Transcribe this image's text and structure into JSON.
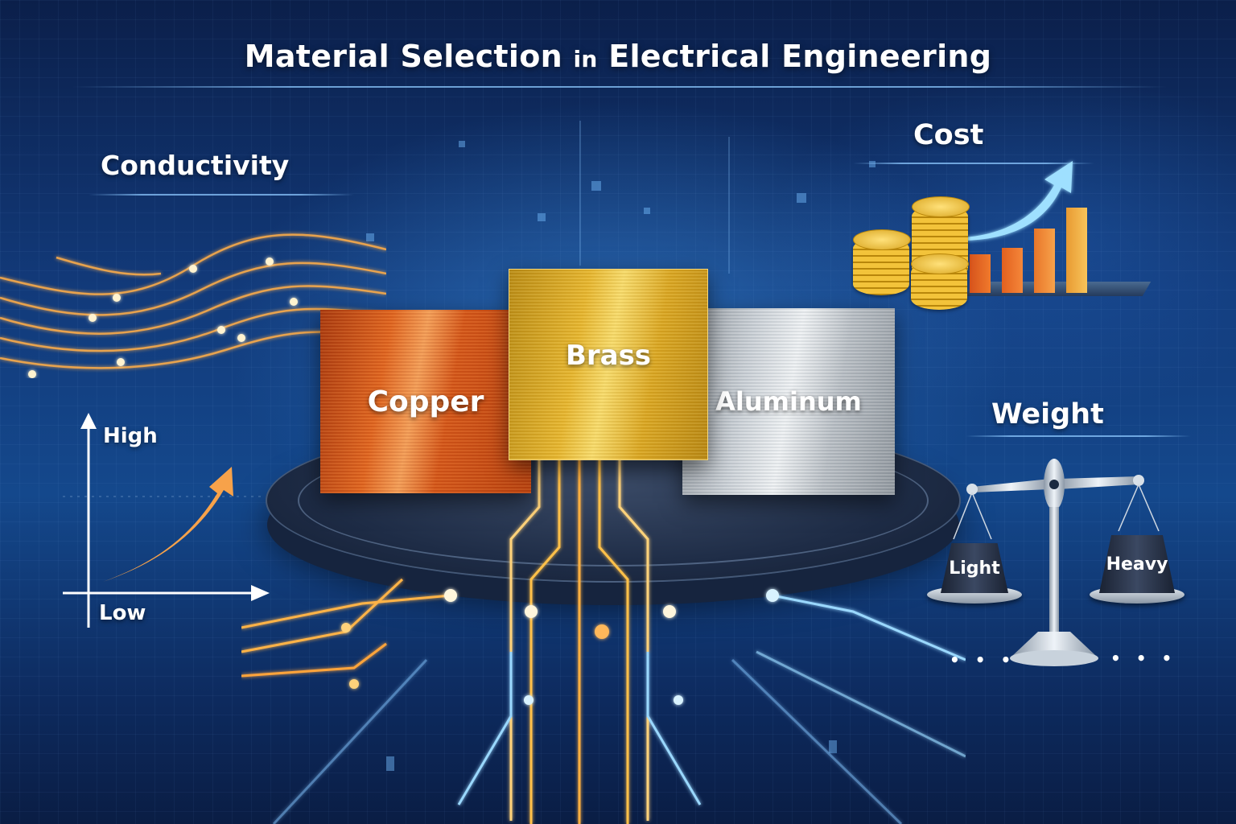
{
  "title": {
    "part1": "Material Selection",
    "part2": "in",
    "part3": "Electrical Engineering"
  },
  "conductivity": {
    "label": "Conductivity",
    "axis_high": "High",
    "axis_low": "Low",
    "trend": "increasing"
  },
  "materials": [
    {
      "name": "Copper",
      "color": "#d9581a"
    },
    {
      "name": "Brass",
      "color": "#e3b02c"
    },
    {
      "name": "Aluminum",
      "color": "#c4cad0"
    }
  ],
  "cost": {
    "label": "Cost",
    "trend": "increasing",
    "bar_colors": [
      "#e8662a",
      "#f07a2c",
      "#f39a3a",
      "#f2b543"
    ]
  },
  "weight": {
    "label": "Weight",
    "left_pan": "Light",
    "right_pan": "Heavy",
    "ellipsis_left": "• • •",
    "ellipsis_right": "• • •"
  },
  "colors": {
    "background_dark": "#0b1f4a",
    "background_mid": "#14488c",
    "accent_orange": "#f59a3a",
    "accent_cyan": "#8fd6ff"
  }
}
